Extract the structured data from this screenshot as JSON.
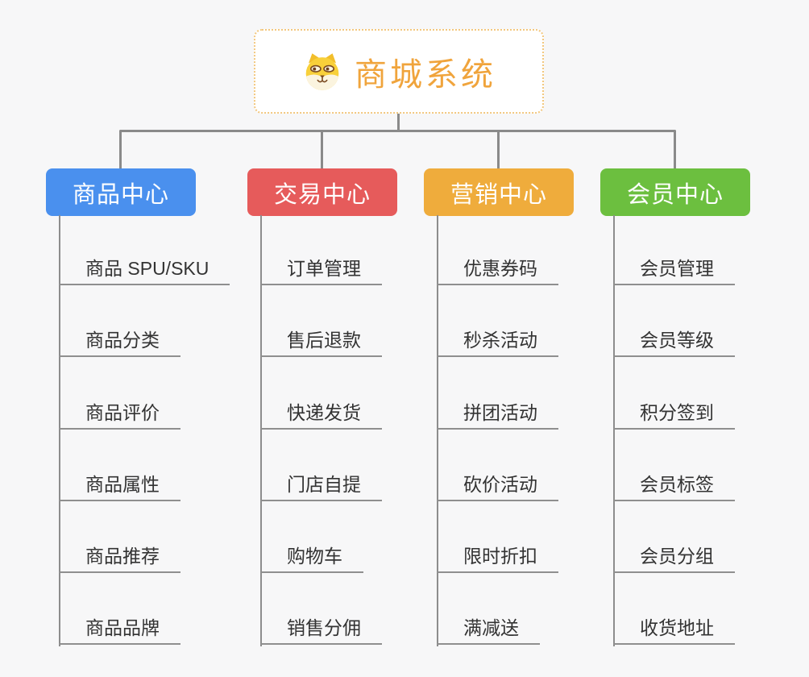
{
  "page": {
    "background": "#f7f7f8"
  },
  "root": {
    "title": "商城系统",
    "title_color": "#F0A43C",
    "border_color": "#F2C77E",
    "icon": "dog-face-icon"
  },
  "branches": [
    {
      "name": "product-center",
      "label": "商品中心",
      "color": "#4A90EE",
      "children": [
        "商品 SPU/SKU",
        "商品分类",
        "商品评价",
        "商品属性",
        "商品推荐",
        "商品品牌"
      ]
    },
    {
      "name": "trade-center",
      "label": "交易中心",
      "color": "#E65B5B",
      "children": [
        "订单管理",
        "售后退款",
        "快递发货",
        "门店自提",
        "购物车",
        "销售分佣"
      ]
    },
    {
      "name": "marketing-center",
      "label": "营销中心",
      "color": "#EFAC3C",
      "children": [
        "优惠券码",
        "秒杀活动",
        "拼团活动",
        "砍价活动",
        "限时折扣",
        "满减送"
      ]
    },
    {
      "name": "member-center",
      "label": "会员中心",
      "color": "#6CBF3F",
      "children": [
        "会员管理",
        "会员等级",
        "积分签到",
        "会员标签",
        "会员分组",
        "收货地址"
      ]
    }
  ]
}
